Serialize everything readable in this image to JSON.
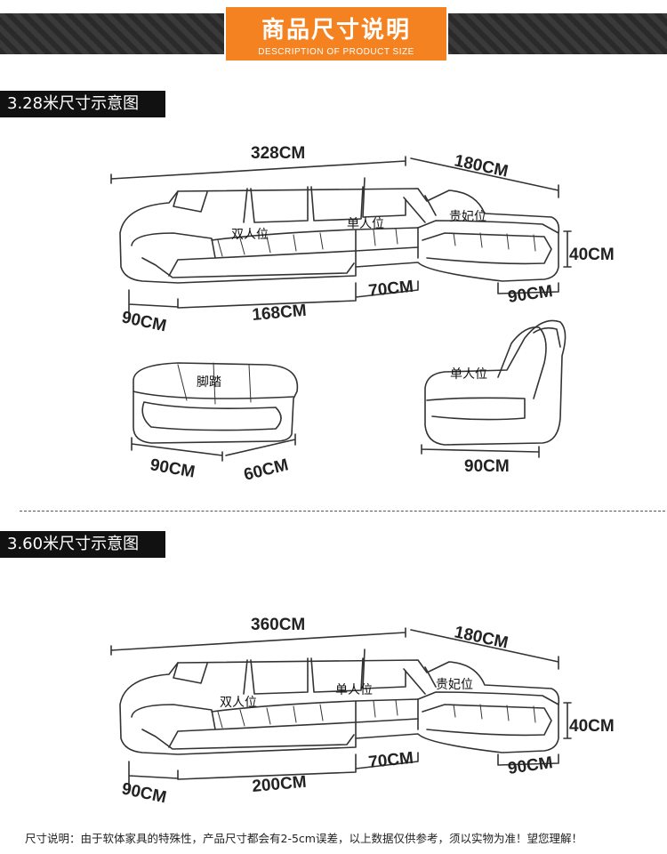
{
  "banner": {
    "title": "商品尺寸说明",
    "subtitle": "DESCRIPTION OF PRODUCT SIZE"
  },
  "section1": {
    "heading": "3.28米尺寸示意图",
    "dims": {
      "total": "328CM",
      "chaise_length": "180CM",
      "height": "40CM",
      "chaise_width": "90CM",
      "single_seat": "70CM",
      "double_seat": "168CM",
      "depth": "90CM"
    },
    "labels": {
      "double": "双人位",
      "single": "单人位",
      "chaise": "贵妃位",
      "ottoman": "脚踏",
      "single_chair": "单人位"
    },
    "ottoman_dims": {
      "width": "90CM",
      "depth": "60CM"
    },
    "single_chair_dims": {
      "width": "90CM"
    }
  },
  "section2": {
    "heading": "3.60米尺寸示意图",
    "dims": {
      "total": "360CM",
      "chaise_length": "180CM",
      "height": "40CM",
      "chaise_width": "90CM",
      "single_seat": "70CM",
      "double_seat": "200CM",
      "depth": "90CM"
    },
    "labels": {
      "double": "双人位",
      "single": "单人位",
      "chaise": "贵妃位"
    }
  },
  "footer": {
    "note": "尺寸说明：由于软体家具的特殊性，产品尺寸都会有2-5cm误差，以上数据仅供参考，须以实物为准！望您理解！"
  }
}
